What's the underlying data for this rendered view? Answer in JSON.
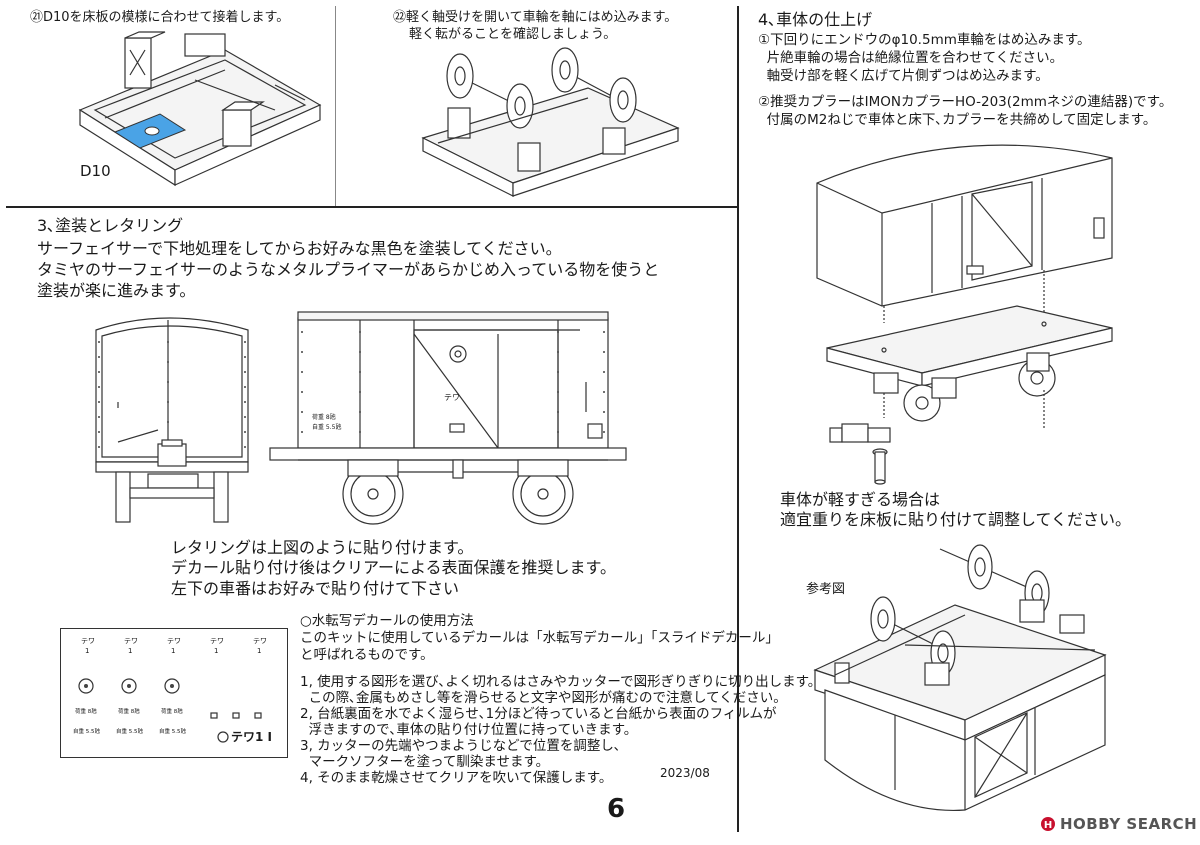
{
  "page": {
    "number": "6",
    "date": "2023/08"
  },
  "step21": {
    "text": "㉑D10を床板の模様に合わせて接着します。",
    "part_label": "D10"
  },
  "step22": {
    "line1": "㉒軽く軸受けを開いて車輪を軸にはめ込みます。",
    "line2": "軽く転がることを確認しましょう。"
  },
  "section3": {
    "heading": "3､塗装とレタリング",
    "lines": [
      "サーフェイサーで下地処理をしてからお好みな黒色を塗装してください。",
      "タミヤのサーフェイサーのようなメタルプライマーがあらかじめ入っている物を使うと",
      "塗装が楽に進みます。"
    ],
    "lettering_lines": [
      "レタリングは上図のように貼り付けます。",
      "デカール貼り付け後はクリアーによる表面保護を推奨します。",
      "左下の車番はお好みで貼り付けて下さい"
    ],
    "car_markings": {
      "kanji_label": "テワ",
      "side_text_1": "荷重 8瓲",
      "side_text_2": "自重 5.5瓲"
    }
  },
  "decal_sheet": {
    "row1": [
      "テワ",
      "テワ",
      "テワ",
      "テワ",
      "テワ"
    ],
    "row1_sub": [
      "1",
      "1",
      "1",
      "1",
      "1"
    ],
    "row2_sub": [
      "荷重 8瓲",
      "荷重 8瓲",
      "荷重 8瓲"
    ],
    "row3_sub": [
      "自重 5.5瓲",
      "自重 5.5瓲",
      "自重 5.5瓲"
    ],
    "big_label": "テワ1 Ⅰ"
  },
  "decal_instructions": {
    "title": "○水転写デカールの使用方法",
    "intro": [
      "このキットに使用しているデカールは「水転写デカール」「スライドデカール」",
      "と呼ばれるものです。"
    ],
    "steps": [
      "1, 使用する図形を選び､よく切れるはさみやカッターで図形ぎりぎりに切り出します。",
      "  この際､金属もめさし等を滑らせると文字や図形が痛むので注意してください。",
      "2, 台紙裏面を水でよく湿らせ､1分ほど待っていると台紙から表面のフィルムが",
      "  浮きますので､車体の貼り付け位置に持っていきます。",
      "3, カッターの先端やつまようじなどで位置を調整し､",
      "  マークソフターを塗って馴染ませます。",
      "4, そのまま乾燥させてクリアを吹いて保護します。"
    ]
  },
  "section4": {
    "heading": "4､車体の仕上げ",
    "step1": [
      "①下回りにエンドウのφ10.5mm車輪をはめ込みます。",
      "  片絶車輪の場合は絶縁位置を合わせてください。",
      "  軸受け部を軽く広げて片側ずつはめ込みます。"
    ],
    "step2": [
      "②推奨カプラーはIMONカプラーHO-203(2mmネジの連結器)です。",
      "  付属のM2ねじで車体と床下､カプラーを共締めして固定します。"
    ],
    "weight_note": [
      "車体が軽すぎる場合は",
      "適宜重りを床板に貼り付けて調整してください。"
    ],
    "reference_label": "参考図"
  },
  "watermark": {
    "brand": "HOBBY SEARCH",
    "icon": "hobby-search-logo-icon"
  },
  "colors": {
    "part_highlight": "#4aa3e6",
    "line": "#333333",
    "watermark": "#c8102e"
  }
}
